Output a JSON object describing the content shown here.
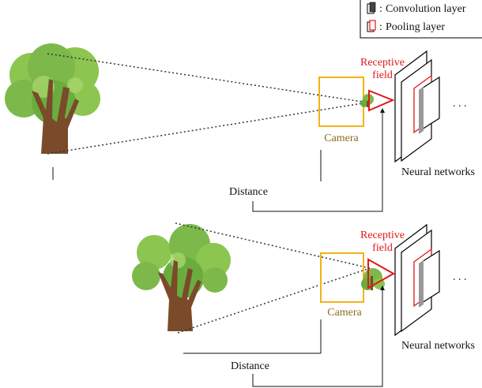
{
  "legend": {
    "convolution_label": "Convolution layer",
    "pooling_label": "Pooling layer",
    "border_color": "#000000",
    "pooling_color": "#e01818"
  },
  "scene_top": {
    "camera_label": "Camera",
    "receptive_field_line1": "Receptive",
    "receptive_field_line2": "field",
    "distance_label": "Distance",
    "network_label": "Neural networks",
    "ellipsis": ". . ."
  },
  "scene_bottom": {
    "camera_label": "Camera",
    "receptive_field_line1": "Receptive",
    "receptive_field_line2": "field",
    "distance_label": "Distance",
    "network_label": "Neural networks",
    "ellipsis": ". . ."
  },
  "colors": {
    "camera_box": "#f2b316",
    "camera_text": "#8a6d1a",
    "receptive_field": "#e01818",
    "foliage": "#7cb94a",
    "trunk": "#7a4a2a"
  }
}
